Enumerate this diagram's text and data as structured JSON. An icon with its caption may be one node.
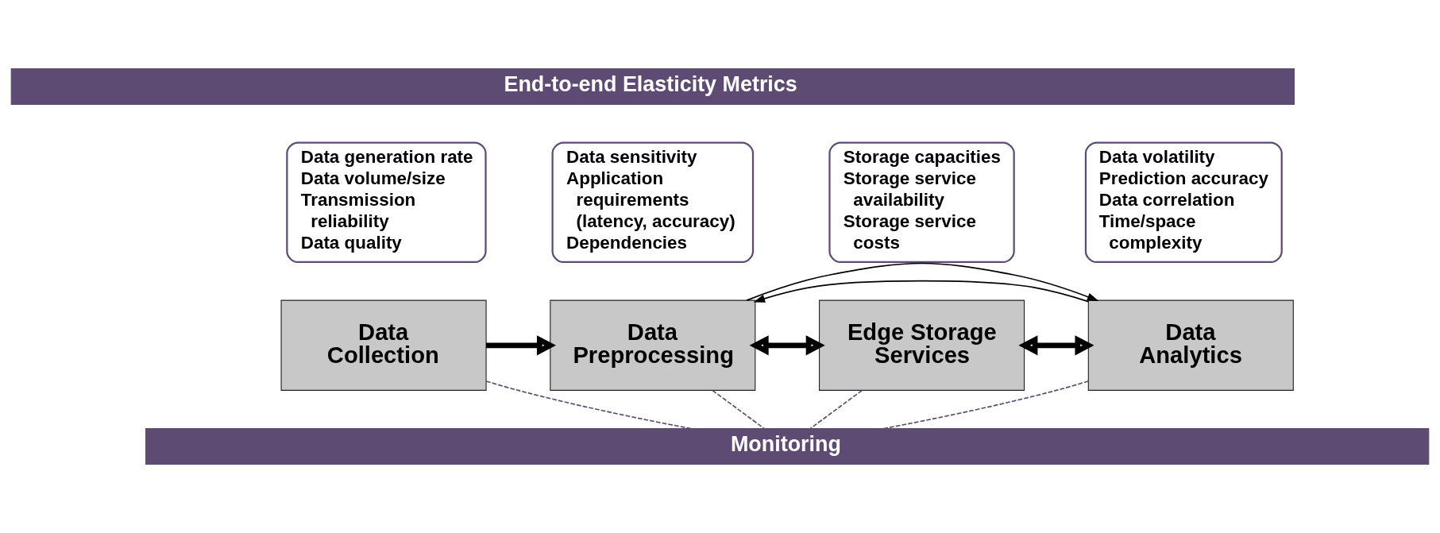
{
  "diagram": {
    "nodes": [
      {
        "text": [
          "End-to-end Elasticity Metrics"
        ]
      },
      {
        "text": [
          "Data generation rate",
          "Data volume/size",
          "Transmission reliability",
          "Data quality"
        ]
      },
      {
        "text": [
          "Data sensitivity",
          "Application requirements (latency, accuracy)",
          "Dependencies"
        ]
      },
      {
        "text": [
          "Storage capacities",
          "Storage service availability",
          "Storage service costs"
        ]
      },
      {
        "text": [
          "Data volatility",
          "Prediction accuracy",
          "Data correlation",
          "Time/space complexity"
        ]
      },
      {
        "text": [
          "Data Collection"
        ]
      },
      {
        "text": [
          "Data Preprocessing"
        ]
      },
      {
        "text": [
          "Edge Storage Services"
        ]
      },
      {
        "text": [
          "Data Analytics"
        ]
      },
      {
        "text": [
          "Monitoring"
        ]
      }
    ],
    "edges": [
      {
        "from": 5,
        "to": 6,
        "arrow": "to",
        "style": "thick",
        "color": "#000000"
      },
      {
        "from": 6,
        "to": 7,
        "arrow": "both",
        "style": "thick",
        "color": "#000000"
      },
      {
        "from": 7,
        "to": 8,
        "arrow": "both",
        "style": "thick",
        "color": "#000000"
      },
      {
        "from": 8,
        "to": 6,
        "arrow": "to",
        "color": "#000000"
      },
      {
        "from": 6,
        "to": 8,
        "arrow": "to",
        "color": "#000000"
      },
      {
        "from": 5,
        "to": 9,
        "arrow": "none",
        "style": "dashed",
        "color": "#5e4b73"
      },
      {
        "from": 6,
        "to": 9,
        "arrow": "none",
        "style": "dashed",
        "color": "#5e4b73"
      },
      {
        "from": 7,
        "to": 9,
        "arrow": "none",
        "style": "dashed",
        "color": "#5e4b73"
      },
      {
        "from": 8,
        "to": 9,
        "arrow": "none",
        "style": "dashed",
        "color": "#5e4b73"
      }
    ]
  }
}
